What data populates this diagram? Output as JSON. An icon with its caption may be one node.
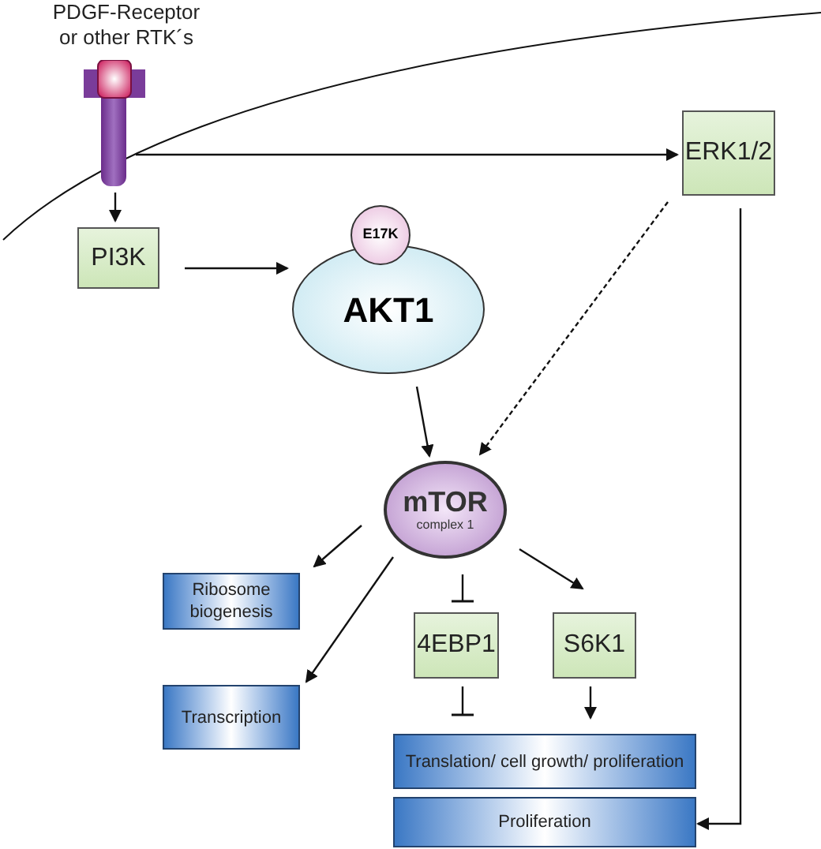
{
  "diagram": {
    "nodes": [
      {
        "text": [
          "PDGF-Receptor or other RTK´s"
        ]
      },
      {
        "text": [
          "PI3K"
        ]
      },
      {
        "text": [
          "ERK1/2"
        ]
      },
      {
        "text": [
          "E17K"
        ]
      },
      {
        "text": [
          "AKT1"
        ]
      },
      {
        "text": [
          "mTOR",
          "complex 1"
        ]
      },
      {
        "text": [
          "Ribosome biogenesis"
        ]
      },
      {
        "text": [
          "4EBP1"
        ]
      },
      {
        "text": [
          "S6K1"
        ]
      },
      {
        "text": [
          "Transcription"
        ]
      },
      {
        "text": [
          "Translation/ cell growth/ proliferation"
        ]
      },
      {
        "text": [
          "Proliferation"
        ]
      }
    ],
    "edges": [
      {
        "from": 0,
        "to": 1,
        "arrow": "to"
      },
      {
        "from": 0,
        "to": 2,
        "arrow": "to"
      },
      {
        "from": 1,
        "to": 4,
        "arrow": "to"
      },
      {
        "from": 4,
        "to": 5,
        "arrow": "to"
      },
      {
        "from": 2,
        "to": 5,
        "arrow": "to",
        "style": "dashed"
      },
      {
        "from": 5,
        "to": 6,
        "arrow": "to"
      },
      {
        "from": 5,
        "to": 9,
        "arrow": "to"
      },
      {
        "from": 5,
        "to": 7,
        "arrow": "other"
      },
      {
        "from": 5,
        "to": 8,
        "arrow": "to"
      },
      {
        "from": 7,
        "to": 10,
        "arrow": "other"
      },
      {
        "from": 8,
        "to": 10,
        "arrow": "to"
      },
      {
        "from": 2,
        "to": 11,
        "arrow": "to"
      }
    ]
  }
}
